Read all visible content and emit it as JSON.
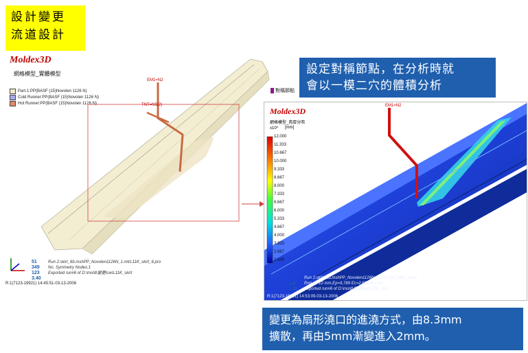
{
  "slide": {
    "title_line1": "設計變更",
    "title_line2": "流道設計",
    "callout_top_line1": "設定對稱節點，在分析時就",
    "callout_top_line2": "會以一模二穴的體積分析",
    "callout_bottom_line1": "變更為扇形澆口的進澆方式，由8.3mm",
    "callout_bottom_line2": "擴散，再由5mm漸變進入2mm。"
  },
  "left_view": {
    "brand": "Moldex3D",
    "subtitle": "網格模型_實體模型",
    "legend": [
      {
        "label": "Part-1:PP(BASF (15)Novolen 1126 N)",
        "color": "#f2eccf"
      },
      {
        "label": "Cold Runner:PP(BASF (15)Novolen 1126 N)",
        "color": "#a8a8e8"
      },
      {
        "label": "Hot Runner:PP(BASF (15)Novolen 1126 N)",
        "color": "#e08a6a"
      }
    ],
    "label_em": "EM1=N2",
    "label_tnt": "TNT=N5(2)",
    "axis_numbers": [
      "51",
      "349",
      "123",
      "3.40"
    ],
    "run_info_line1": "Run 2:skirt_6b.mshPP_Novolen1126N_1.mtrL11K_skirt_6.pro",
    "run_info_line2": "No. Symmetry Nodes:1",
    "run_info_line3": "Exported run#6 of D:\\mold\\變更\\cw\\L11K_skirt",
    "timestamp": "R:1(7123-19921) 14:45:51-03-13-2006"
  },
  "symmetry_label": "對稱節點",
  "right_view": {
    "brand": "Moldex3D",
    "subtitle": "網格模型_肉厚分布",
    "unit_exp": "x10⁰",
    "unit": "[mm]",
    "label_em": "EM1=N2",
    "colorbar": [
      "12.000",
      "11.333",
      "10.667",
      "10.000",
      "9.333",
      "8.667",
      "8.000",
      "7.333",
      "6.667",
      "6.000",
      "5.333",
      "4.667",
      "4.000",
      "3.333",
      "2.667",
      "2.000"
    ],
    "axis_numbers": [
      "135",
      "1.19"
    ],
    "run_info_line1": "Run 2:skirt_6b.mshPP_Novolen1126N_1.mtrL11K_skirt_6.pro",
    "run_info_line2": "Rng :2~12 mm,Ep=9,789 Ec=2,604 Em=28",
    "run_info_line3": "Exported run#6 of D:\\mold\\變更\\cw\\L11K_skirt",
    "timestamp": "R:1(7123-19921) 14:53:09-03-13-2006"
  },
  "colors": {
    "title_bg": "#ffff00",
    "callout_bg": "#1f5fae",
    "brand_red": "#c00000",
    "selection_box": "#d04040"
  }
}
